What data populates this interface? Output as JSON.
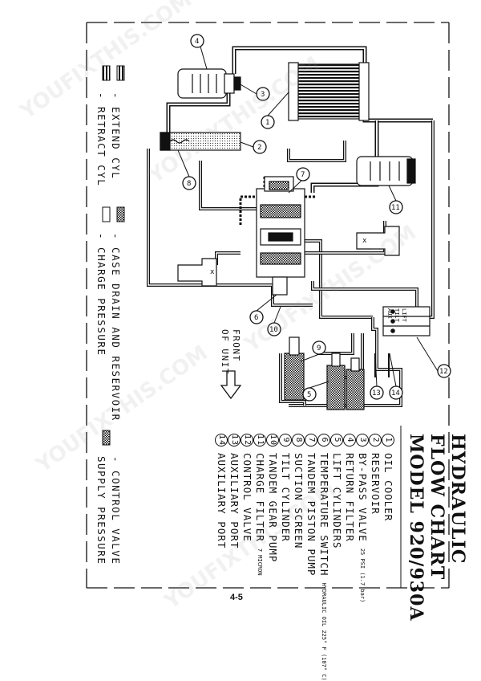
{
  "title": {
    "line1": "HYDRAULIC",
    "line2": "FLOW CHART",
    "line3": "MODEL 920/930A"
  },
  "components": [
    {
      "num": "1",
      "label": "OIL COOLER",
      "note": ""
    },
    {
      "num": "2",
      "label": "RESERVOIR",
      "note": ""
    },
    {
      "num": "3",
      "label": "BY-PASS VALVE",
      "note": "25 PSI (1.7 bar)"
    },
    {
      "num": "4",
      "label": "RETURN FILTER",
      "note": ""
    },
    {
      "num": "5",
      "label": "LIFT CYLINDERS",
      "note": ""
    },
    {
      "num": "6",
      "label": "TEMPERATURE SWITCH",
      "note": "HYDRAULIC OIL 225° F (107° C)"
    },
    {
      "num": "7",
      "label": "TANDEM PISTON PUMP",
      "note": ""
    },
    {
      "num": "8",
      "label": "SUCTION SCREEN",
      "note": ""
    },
    {
      "num": "9",
      "label": "TILT CYLINDER",
      "note": ""
    },
    {
      "num": "10",
      "label": "TANDEM GEAR PUMP",
      "note": ""
    },
    {
      "num": "11",
      "label": "CHARGE FILTER",
      "note": "7 MICRON"
    },
    {
      "num": "12",
      "label": "CONTROL VALVE",
      "note": ""
    },
    {
      "num": "13",
      "label": "AUXILIARY PORT",
      "note": ""
    },
    {
      "num": "14",
      "label": "AUXILIARY PORT",
      "note": ""
    }
  ],
  "legend": {
    "extend": "- EXTEND CYL",
    "retract": "- RETRACT CYL",
    "case_drain": "- CASE DRAIN AND RESERVOIR",
    "charge": "- CHARGE PRESSURE",
    "control_valve": "- CONTROL VALVE",
    "supply": "SUPPLY PRESSURE"
  },
  "front_label": {
    "line1": "FRONT",
    "line2": "OF UNIT"
  },
  "valve_ports": [
    "LIFT",
    "TILT",
    "AUX"
  ],
  "callouts": [
    "1",
    "2",
    "3",
    "4",
    "5",
    "6",
    "7",
    "8",
    "9",
    "10",
    "11",
    "12",
    "13",
    "14"
  ],
  "watermark": "YOUFIXTHIS.COM",
  "page_number": "4-5",
  "colors": {
    "ink": "#111111",
    "paper": "#ffffff",
    "watermark": "#969696"
  }
}
